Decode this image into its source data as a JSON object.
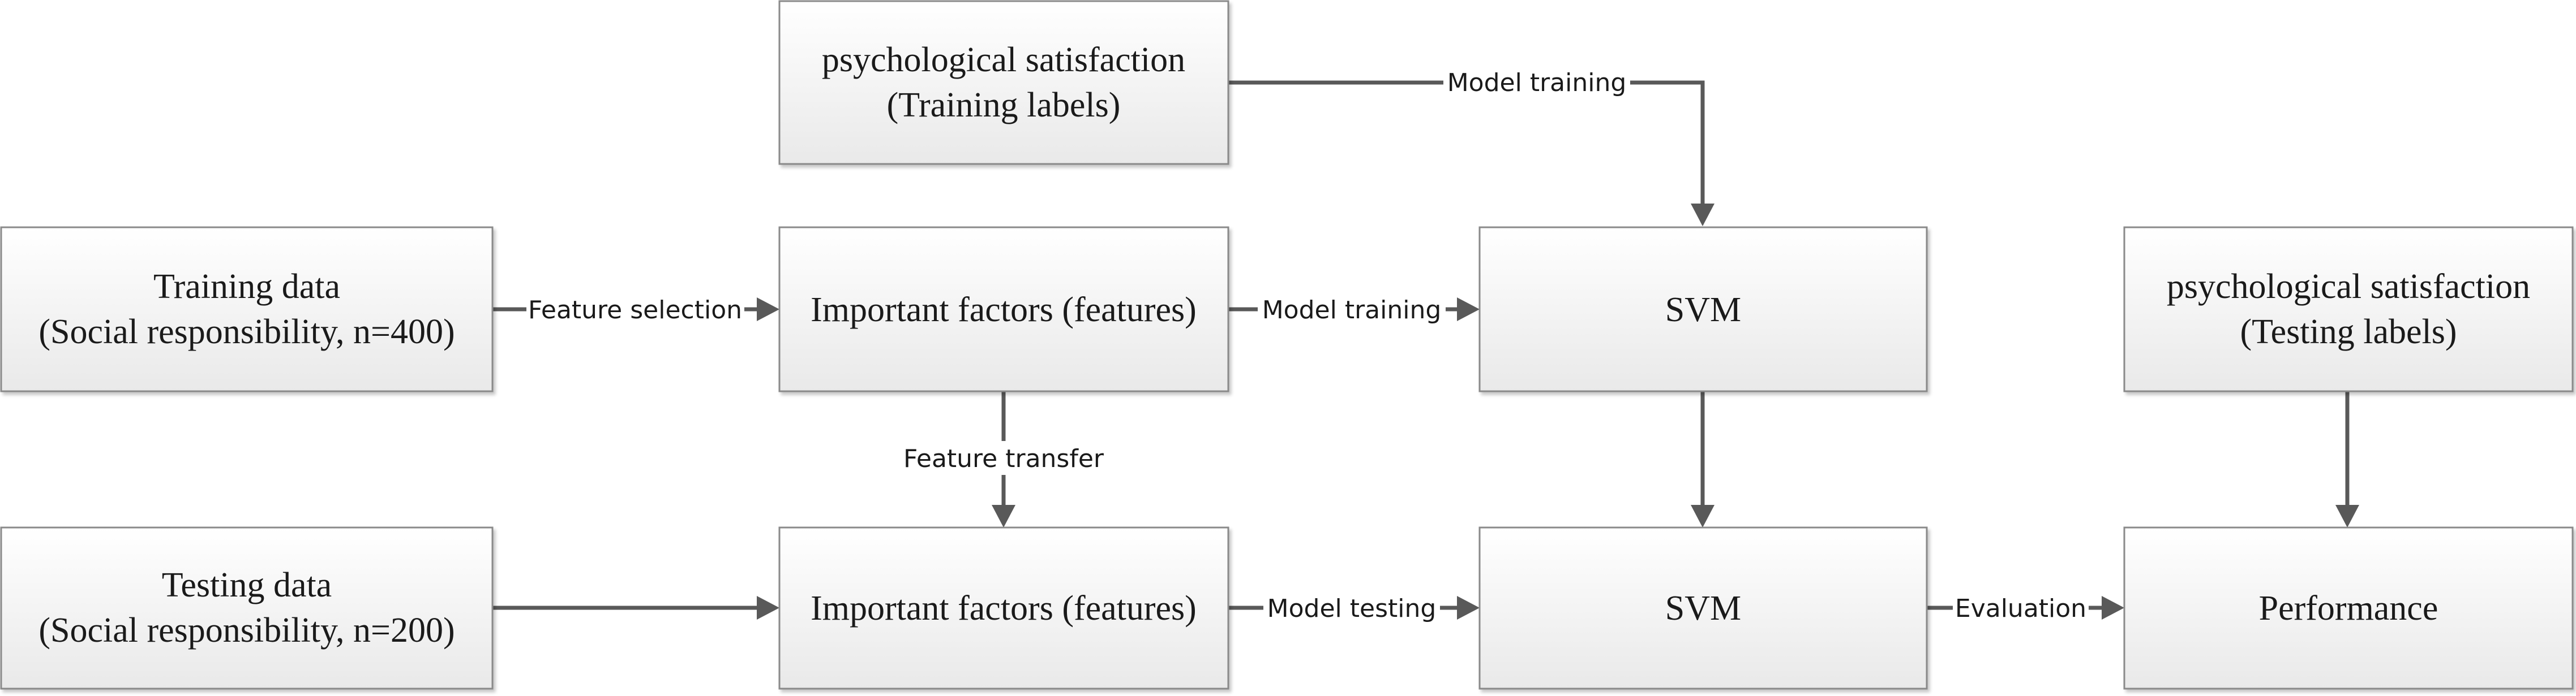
{
  "diagram": {
    "nodes": {
      "training_labels": {
        "line1": "psychological satisfaction",
        "line2": "(Training labels)"
      },
      "training_data": {
        "line1": "Training data",
        "line2": "(Social responsibility, n=400)"
      },
      "features_train": {
        "line1": "Important factors (features)"
      },
      "svm_train": {
        "line1": "SVM"
      },
      "testing_labels": {
        "line1": "psychological satisfaction",
        "line2": "(Testing labels)"
      },
      "testing_data": {
        "line1": "Testing data",
        "line2": "(Social responsibility, n=200)"
      },
      "features_test": {
        "line1": "Important factors (features)"
      },
      "svm_test": {
        "line1": "SVM"
      },
      "performance": {
        "line1": "Performance"
      }
    },
    "edges": {
      "labels_to_svm": "Model training",
      "data_to_features": "Feature selection",
      "features_to_svm": "Model training",
      "feature_transfer": "Feature transfer",
      "test_features_to_svm": "Model testing",
      "svm_to_performance": "Evaluation"
    }
  }
}
